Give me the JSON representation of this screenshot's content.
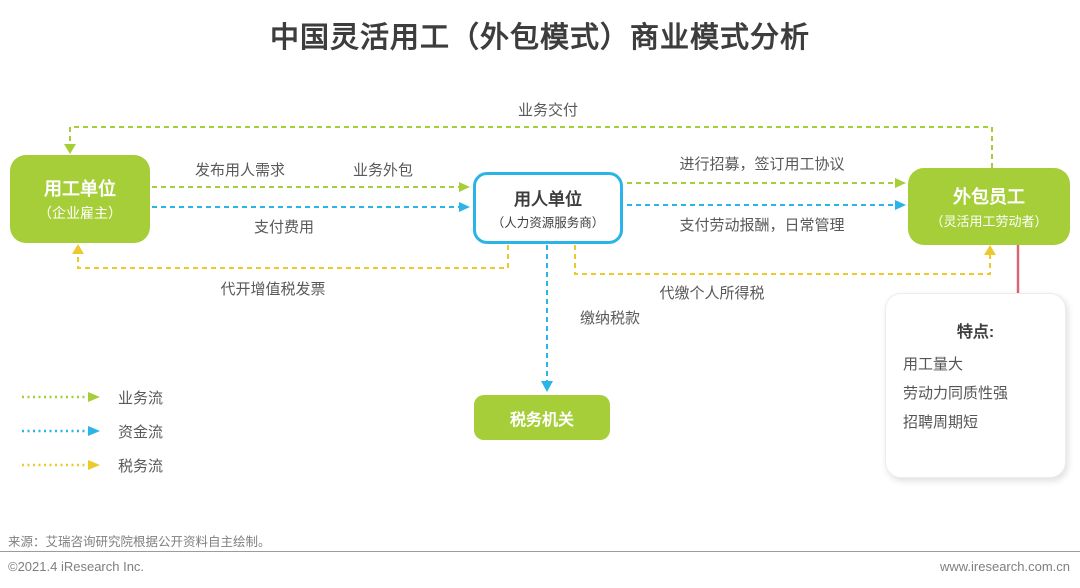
{
  "title": "中国灵活用工（外包模式）商业模式分析",
  "colors": {
    "green": "#a5ce39",
    "blue": "#2ab4e8",
    "yellow": "#ecca2e",
    "red": "#d96672"
  },
  "nodes": {
    "employer": {
      "name": "用工单位",
      "subtitle": "（企业雇主）"
    },
    "hr_provider": {
      "name": "用人单位",
      "subtitle": "（人力资源服务商）"
    },
    "outsourced_staff": {
      "name": "外包员工",
      "subtitle": "（灵活用工劳动者）"
    },
    "tax_authority": {
      "name": "税务机关"
    }
  },
  "flows": {
    "business_delivery": "业务交付",
    "publish_demand": "发布用人需求",
    "business_outsourcing": "业务外包",
    "pay_fees": "支付费用",
    "recruit_sign": "进行招募，签订用工协议",
    "pay_labor_manage": "支付劳动报酬，日常管理",
    "vat_invoice": "代开增值税发票",
    "withhold_income_tax": "代缴个人所得税",
    "pay_tax": "缴纳税款"
  },
  "features": {
    "title": "特点:",
    "items": [
      "用工量大",
      "劳动力同质性强",
      "招聘周期短"
    ]
  },
  "legend": [
    {
      "label": "业务流",
      "color": "green"
    },
    {
      "label": "资金流",
      "color": "blue"
    },
    {
      "label": "税务流",
      "color": "yellow"
    }
  ],
  "footer": {
    "source": "来源：艾瑞咨询研究院根据公开资料自主绘制。",
    "copyright": "©2021.4 iResearch Inc.",
    "website": "www.iresearch.com.cn"
  }
}
